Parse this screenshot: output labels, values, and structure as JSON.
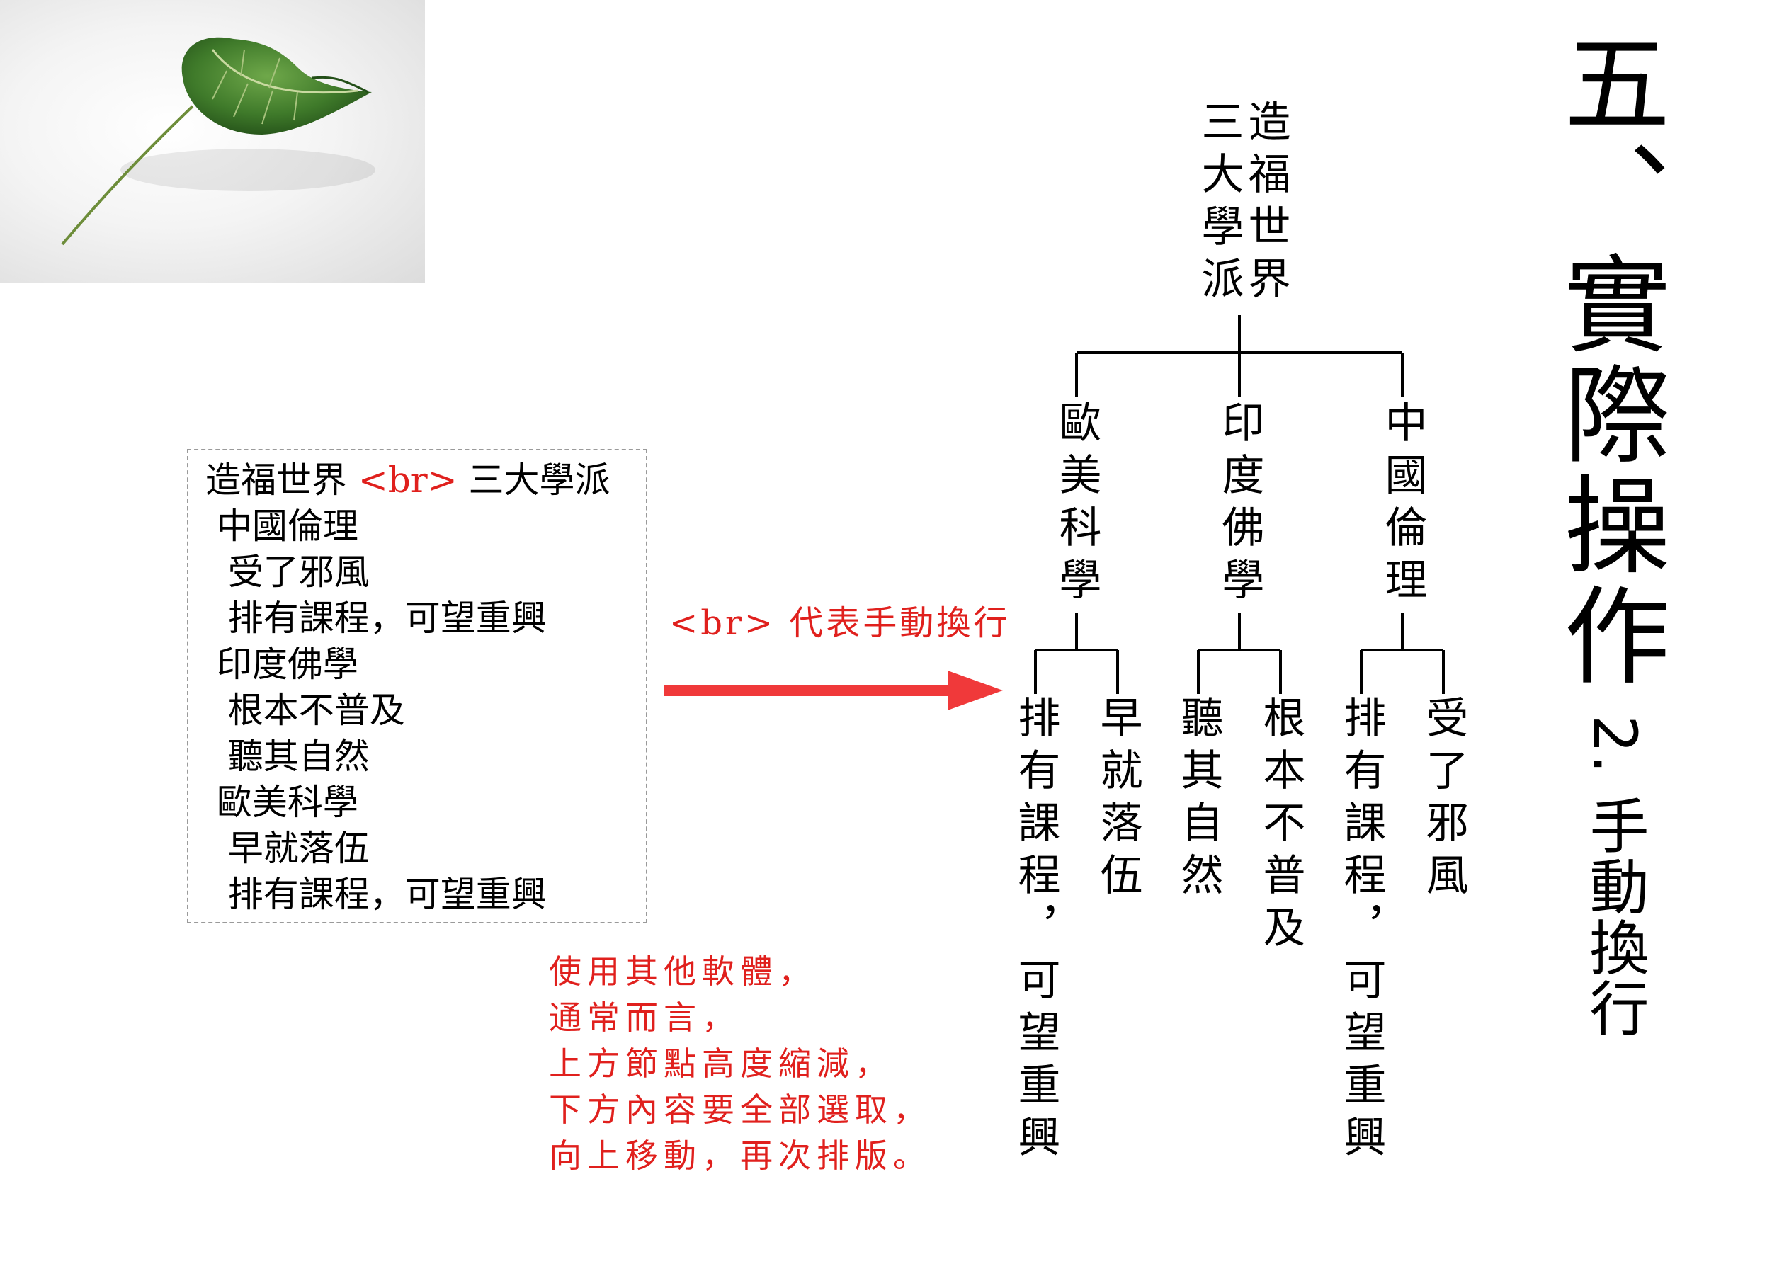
{
  "title": "五、實際操作",
  "subtitle": "2. 手動換行",
  "outline": {
    "lines": [
      {
        "before": "造福世界 ",
        "tag": "<br>",
        "after": " 三大學派",
        "indent": ""
      },
      {
        "before": "中國倫理",
        "tag": "",
        "after": "",
        "indent": " "
      },
      {
        "before": "受了邪風",
        "tag": "",
        "after": "",
        "indent": "  "
      },
      {
        "before": "排有課程，可望重興",
        "tag": "",
        "after": "",
        "indent": "  "
      },
      {
        "before": "印度佛學",
        "tag": "",
        "after": "",
        "indent": " "
      },
      {
        "before": "根本不普及",
        "tag": "",
        "after": "",
        "indent": "  "
      },
      {
        "before": "聽其自然",
        "tag": "",
        "after": "",
        "indent": "  "
      },
      {
        "before": "歐美科學",
        "tag": "",
        "after": "",
        "indent": " "
      },
      {
        "before": "早就落伍",
        "tag": "",
        "after": "",
        "indent": "  "
      },
      {
        "before": "排有課程，可望重興",
        "tag": "",
        "after": "",
        "indent": "  "
      }
    ]
  },
  "br_note": "<br> 代表手動換行",
  "red_note": {
    "lines": [
      "使用其他軟體，",
      "通常而言，",
      "上方節點高度縮減，",
      "下方內容要全部選取，",
      "向上移動，再次排版。"
    ]
  },
  "tree": {
    "root": "造福世界三大學派",
    "branches": [
      {
        "label": "歐美科學",
        "children": [
          "早就落伍",
          "排有課程，可望重興"
        ]
      },
      {
        "label": "印度佛學",
        "children": [
          "根本不普及",
          "聽其自然"
        ]
      },
      {
        "label": "中國倫理",
        "children": [
          "受了邪風",
          "排有課程，可望重興"
        ]
      }
    ]
  },
  "colors": {
    "accent_red": "#e0201d",
    "leaf_green": "#3f7a2a",
    "dashed_border": "#9a9a9a"
  }
}
